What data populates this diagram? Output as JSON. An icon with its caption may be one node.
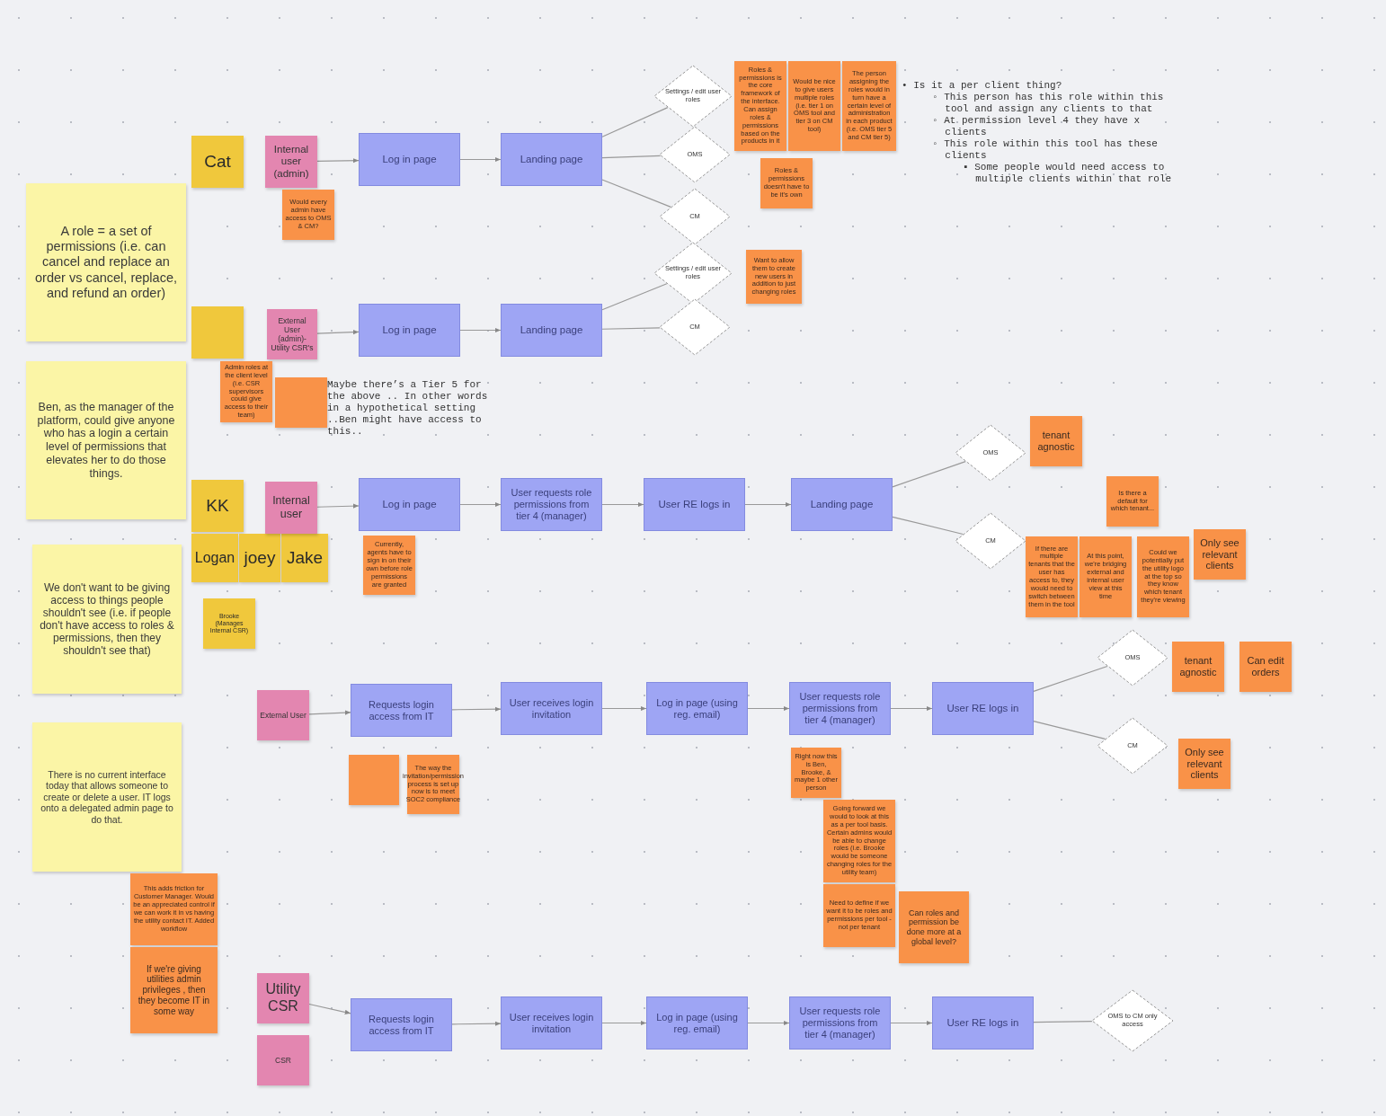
{
  "diagram": {
    "nodes": [
      {
        "text": [
          "A role = a set of permissions (i.e. can cancel and replace an order vs cancel, replace, and refund an order)"
        ]
      },
      {
        "text": [
          "Ben, as the manager of the platform, could give anyone who has a login a certain level of permissions that elevates her to do those things."
        ]
      },
      {
        "text": [
          "We don't want to be giving access to things people shouldn't see (i.e. if people don't have access to roles & permissions, then they shouldn't see that)"
        ]
      },
      {
        "text": [
          "There is no current interface today that allows someone to create or delete a user. IT logs onto a delegated admin page to do that."
        ]
      },
      {
        "text": [
          "Cat"
        ]
      },
      {
        "text": [],
        "shape": "box"
      },
      {
        "text": [
          "KK"
        ]
      },
      {
        "text": [
          "Logan"
        ]
      },
      {
        "text": [
          "joey"
        ]
      },
      {
        "text": [
          "Jake"
        ]
      },
      {
        "text": [
          "Brooke (Manages Internal CSR)"
        ]
      },
      {
        "text": [
          "Internal user (admin)"
        ]
      },
      {
        "text": [
          "External User (admin)- Utility CSR's"
        ]
      },
      {
        "text": [
          "Internal user"
        ]
      },
      {
        "text": [
          "External User"
        ]
      },
      {
        "text": [
          "Utility CSR"
        ]
      },
      {
        "text": [
          "CSR"
        ]
      },
      {
        "text": [
          "Log in page"
        ]
      },
      {
        "text": [
          "Landing page"
        ]
      },
      {
        "text": [
          "Log in page"
        ]
      },
      {
        "text": [
          "Landing page"
        ]
      },
      {
        "text": [
          "Log in page"
        ]
      },
      {
        "text": [
          "User requests role permissions from tier 4 (manager)"
        ]
      },
      {
        "text": [
          "User RE logs in"
        ]
      },
      {
        "text": [
          "Landing page"
        ]
      },
      {
        "text": [
          "Requests login access from IT"
        ]
      },
      {
        "text": [
          "User receives login invitation"
        ]
      },
      {
        "text": [
          "Log in page (using reg. email)"
        ]
      },
      {
        "text": [
          "User requests role permissions from tier 4 (manager)"
        ]
      },
      {
        "text": [
          "User RE logs in"
        ]
      },
      {
        "text": [
          "Requests login access from IT"
        ]
      },
      {
        "text": [
          "User receives login invitation"
        ]
      },
      {
        "text": [
          "Log in page (using reg. email)"
        ]
      },
      {
        "text": [
          "User requests role permissions from tier 4 (manager)"
        ]
      },
      {
        "text": [
          "User RE logs in"
        ]
      },
      {
        "text": [
          "Settings / edit user roles"
        ]
      },
      {
        "text": [
          "OMS"
        ]
      },
      {
        "text": [
          "CM"
        ]
      },
      {
        "text": [
          "Settings / edit user roles"
        ]
      },
      {
        "text": [
          "CM"
        ]
      },
      {
        "text": [
          "OMS"
        ]
      },
      {
        "text": [
          "CM"
        ]
      },
      {
        "text": [
          "OMS"
        ]
      },
      {
        "text": [
          "CM"
        ]
      },
      {
        "text": [
          "OMS to CM only access"
        ]
      },
      {
        "text": [
          "Roles & permissions is the core framework of the interface. Can assign roles & permissions based on the products in it"
        ]
      },
      {
        "text": [
          "Would be nice to give users multiple roles (i.e. tier 1 on OMS tool and tier 3 on CM tool)"
        ]
      },
      {
        "text": [
          "The person assigning the roles would in turn have a certain level of administration in each product (i.e. OMS tier 5 and CM tier 5)"
        ]
      },
      {
        "text": [
          "Roles & permissions doesn't have to be it's own"
        ]
      },
      {
        "text": [
          "Would every admin have access to OMS & CM?"
        ]
      },
      {
        "text": [
          "Want to allow them to create new users in addition to just changing roles"
        ]
      },
      {
        "text": [
          "Admin roles at the client level (i.e. CSR supervisors could give access to their team)"
        ]
      },
      {
        "text": [],
        "shape": "box"
      },
      {
        "text": [
          "Currently, agents have to sign in on their own before role permissions are granted"
        ]
      },
      {
        "text": [
          "tenant agnostic"
        ]
      },
      {
        "text": [
          "Is there a default for which tenant..."
        ]
      },
      {
        "text": [
          "If there are multiple tenants that the user has access to, they would need to switch between them in the tool"
        ]
      },
      {
        "text": [
          "At this point, we're bridging external and internal user view at this time"
        ]
      },
      {
        "text": [
          "Could we potentially put the utility logo at the top so they know which tenant they're viewing"
        ]
      },
      {
        "text": [
          "Only see relevant clients"
        ]
      },
      {
        "text": [
          "tenant agnostic"
        ]
      },
      {
        "text": [
          "Can edit orders"
        ]
      },
      {
        "text": [
          "Only see relevant clients"
        ]
      },
      {
        "text": [],
        "shape": "box"
      },
      {
        "text": [
          "The way the invitation/permission process is set up now is to meet SOC2 compliance"
        ]
      },
      {
        "text": [
          "Right now this is Ben, Brooke, & maybe 1 other person"
        ]
      },
      {
        "text": [
          "Going forward we would to look at this as a per tool basis. Certain admins would be able to change roles (i.e. Brooke would be someone changing roles for the utility team)"
        ]
      },
      {
        "text": [
          "Need to define if we want it to be roles and permissions per tool - not per tenant"
        ]
      },
      {
        "text": [
          "Can roles and permission be done more at a global level?"
        ]
      },
      {
        "text": [
          "This adds friction for Customer Manager. Would be an appreciated control if we can work it in vs having the utility contact IT. Added workflow"
        ]
      },
      {
        "text": [
          "If we're giving utilities admin privileges , then they become IT in some way"
        ]
      }
    ],
    "edges": [
      {
        "from": 11,
        "to": 17,
        "arrow": "to"
      },
      {
        "from": 17,
        "to": 18,
        "arrow": "to"
      },
      {
        "from": 18,
        "to": 35,
        "arrow": "none"
      },
      {
        "from": 18,
        "to": 36,
        "arrow": "none"
      },
      {
        "from": 18,
        "to": 37,
        "arrow": "none"
      },
      {
        "from": 12,
        "to": 19,
        "arrow": "to"
      },
      {
        "from": 19,
        "to": 20,
        "arrow": "to"
      },
      {
        "from": 20,
        "to": 38,
        "arrow": "none"
      },
      {
        "from": 20,
        "to": 39,
        "arrow": "none"
      },
      {
        "from": 13,
        "to": 21,
        "arrow": "to"
      },
      {
        "from": 21,
        "to": 22,
        "arrow": "to"
      },
      {
        "from": 22,
        "to": 23,
        "arrow": "to"
      },
      {
        "from": 23,
        "to": 24,
        "arrow": "to"
      },
      {
        "from": 24,
        "to": 40,
        "arrow": "none"
      },
      {
        "from": 24,
        "to": 41,
        "arrow": "none"
      },
      {
        "from": 14,
        "to": 25,
        "arrow": "to"
      },
      {
        "from": 25,
        "to": 26,
        "arrow": "to"
      },
      {
        "from": 26,
        "to": 27,
        "arrow": "to"
      },
      {
        "from": 27,
        "to": 28,
        "arrow": "to"
      },
      {
        "from": 28,
        "to": 29,
        "arrow": "to"
      },
      {
        "from": 29,
        "to": 42,
        "arrow": "none"
      },
      {
        "from": 29,
        "to": 43,
        "arrow": "none"
      },
      {
        "from": 15,
        "to": 30,
        "arrow": "to"
      },
      {
        "from": 30,
        "to": 31,
        "arrow": "to"
      },
      {
        "from": 31,
        "to": 32,
        "arrow": "to"
      },
      {
        "from": 32,
        "to": 33,
        "arrow": "to"
      },
      {
        "from": 33,
        "to": 34,
        "arrow": "to"
      },
      {
        "from": 34,
        "to": 44,
        "arrow": "none"
      }
    ],
    "labels": [
      "Maybe there’s a Tier 5 for the above .. In other words in a hypothetical setting ..Ben might have access to this..",
      "• Is it a per client thing?",
      "◦ This person has this role within this tool and assign any clients to that",
      "◦ At permission level 4 they have x clients",
      "◦ This role within this tool has these clients",
      "▪ Some people would need access to multiple clients within that role"
    ]
  }
}
